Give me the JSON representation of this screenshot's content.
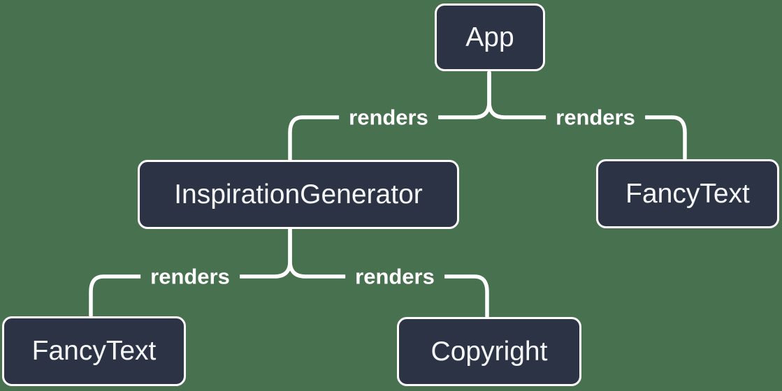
{
  "colors": {
    "background": "#47714F",
    "node_fill": "#2C3344",
    "node_border": "#FFFFFF",
    "line": "#FFFFFF",
    "text": "#F6F7F9"
  },
  "tree": {
    "type": "component-render-tree",
    "root": "App",
    "nodes": {
      "app": {
        "label": "App"
      },
      "inspiration_generator": {
        "label": "InspirationGenerator"
      },
      "fancy_text_right": {
        "label": "FancyText"
      },
      "fancy_text_left": {
        "label": "FancyText"
      },
      "copyright": {
        "label": "Copyright"
      }
    },
    "edges": [
      {
        "from": "App",
        "to": "InspirationGenerator",
        "label": "renders"
      },
      {
        "from": "App",
        "to": "FancyText",
        "label": "renders"
      },
      {
        "from": "InspirationGenerator",
        "to": "FancyText",
        "label": "renders"
      },
      {
        "from": "InspirationGenerator",
        "to": "Copyright",
        "label": "renders"
      }
    ]
  }
}
